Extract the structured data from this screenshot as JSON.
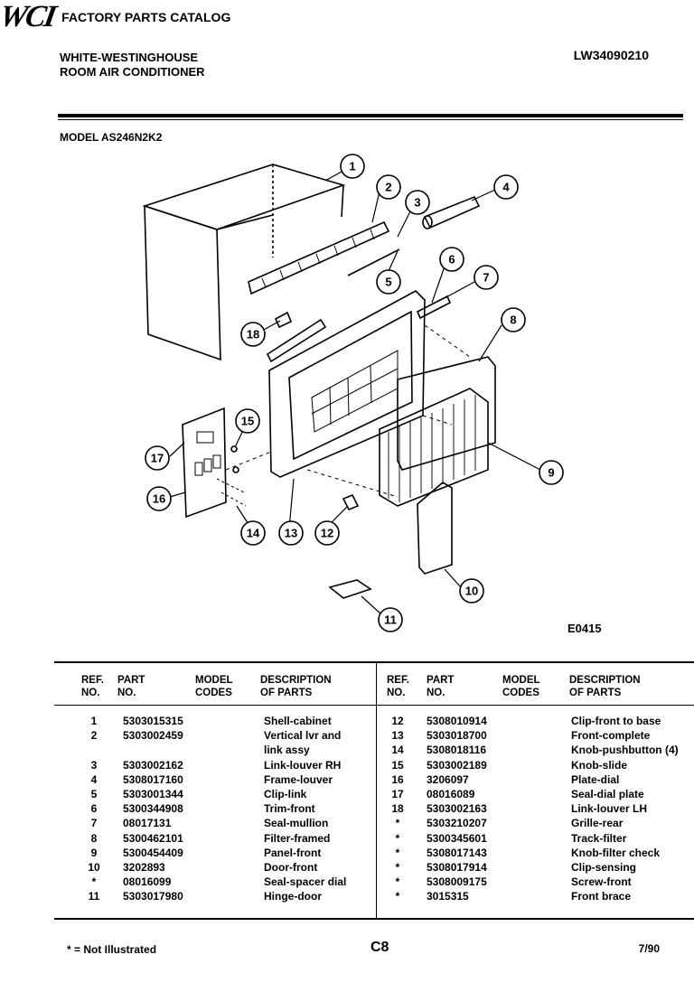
{
  "header": {
    "brand_line1": "WHITE-WESTINGHOUSE",
    "brand_line2": "ROOM AIR CONDITIONER",
    "logo_text": "WCI",
    "catalog_title": "FACTORY PARTS CATALOG",
    "catalog_number": "LW34090210"
  },
  "model_label": "MODEL AS246N2K2",
  "diagram": {
    "callouts": [
      "1",
      "2",
      "3",
      "4",
      "5",
      "6",
      "7",
      "8",
      "9",
      "10",
      "11",
      "12",
      "13",
      "14",
      "15",
      "16",
      "17",
      "18"
    ],
    "code": "E0415"
  },
  "table": {
    "headers": {
      "ref": [
        "REF.",
        "NO."
      ],
      "part": [
        "PART",
        "NO."
      ],
      "model": [
        "MODEL",
        "CODES"
      ],
      "desc": [
        "DESCRIPTION",
        "OF PARTS"
      ]
    },
    "left_rows": [
      {
        "ref": "1",
        "part": "5303015315",
        "desc": "Shell-cabinet"
      },
      {
        "ref": "2",
        "part": "5303002459",
        "desc": "Vertical lvr and"
      },
      {
        "ref": "",
        "part": "",
        "desc": "link assy"
      },
      {
        "ref": "3",
        "part": "5303002162",
        "desc": "Link-louver RH"
      },
      {
        "ref": "4",
        "part": "5308017160",
        "desc": "Frame-louver"
      },
      {
        "ref": "5",
        "part": "5303001344",
        "desc": "Clip-link"
      },
      {
        "ref": "6",
        "part": "5300344908",
        "desc": "Trim-front"
      },
      {
        "ref": "7",
        "part": "08017131",
        "desc": "Seal-mullion"
      },
      {
        "ref": "8",
        "part": "5300462101",
        "desc": "Filter-framed"
      },
      {
        "ref": "9",
        "part": "5300454409",
        "desc": "Panel-front"
      },
      {
        "ref": "10",
        "part": "3202893",
        "desc": "Door-front"
      },
      {
        "ref": "*",
        "part": "08016099",
        "desc": "Seal-spacer dial"
      },
      {
        "ref": "11",
        "part": "5303017980",
        "desc": "Hinge-door"
      }
    ],
    "right_rows": [
      {
        "ref": "12",
        "part": "5308010914",
        "desc": "Clip-front to base"
      },
      {
        "ref": "13",
        "part": "5303018700",
        "desc": "Front-complete"
      },
      {
        "ref": "14",
        "part": "5308018116",
        "desc": "Knob-pushbutton (4)"
      },
      {
        "ref": "15",
        "part": "5303002189",
        "desc": "Knob-slide"
      },
      {
        "ref": "16",
        "part": "3206097",
        "desc": "Plate-dial"
      },
      {
        "ref": "17",
        "part": "08016089",
        "desc": "Seal-dial plate"
      },
      {
        "ref": "18",
        "part": "5303002163",
        "desc": "Link-louver LH"
      },
      {
        "ref": "*",
        "part": "5303210207",
        "desc": "Grille-rear"
      },
      {
        "ref": "*",
        "part": "5300345601",
        "desc": "Track-filter"
      },
      {
        "ref": "*",
        "part": "5308017143",
        "desc": "Knob-filter check"
      },
      {
        "ref": "*",
        "part": "5308017914",
        "desc": "Clip-sensing"
      },
      {
        "ref": "*",
        "part": "5308009175",
        "desc": "Screw-front"
      },
      {
        "ref": "*",
        "part": "3015315",
        "desc": "Front brace"
      }
    ]
  },
  "footer": {
    "note": "* = Not Illustrated",
    "page_code": "C8",
    "date": "7/90"
  }
}
